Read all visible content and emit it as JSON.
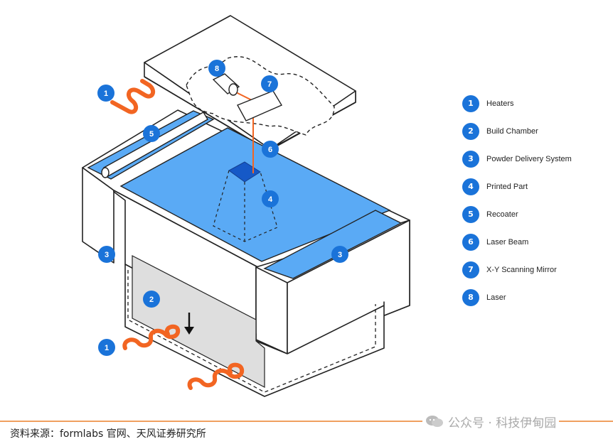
{
  "legend": [
    {
      "num": "1",
      "label": "Heaters"
    },
    {
      "num": "2",
      "label": "Build Chamber"
    },
    {
      "num": "3",
      "label": "Powder Delivery System"
    },
    {
      "num": "4",
      "label": "Printed Part"
    },
    {
      "num": "5",
      "label": "Recoater"
    },
    {
      "num": "6",
      "label": "Laser Beam"
    },
    {
      "num": "7",
      "label": "X-Y Scanning Mirror"
    },
    {
      "num": "8",
      "label": "Laser"
    }
  ],
  "callouts": {
    "heater_top": "1",
    "heater_bottom": "1",
    "build_chamber": "2",
    "powder_left": "3",
    "powder_right": "3",
    "printed_part": "4",
    "recoater": "5",
    "laser_beam": "6",
    "mirror": "7",
    "laser": "8"
  },
  "colors": {
    "callout": "#1a73d9",
    "powder": "#5aaaf5",
    "heater": "#f26522",
    "part": "#1659c7",
    "divider": "#f0a060"
  },
  "footer": {
    "source": "资料来源：formlabs 官网、天风证券研究所",
    "watermark": "公众号 · 科技伊甸园"
  }
}
